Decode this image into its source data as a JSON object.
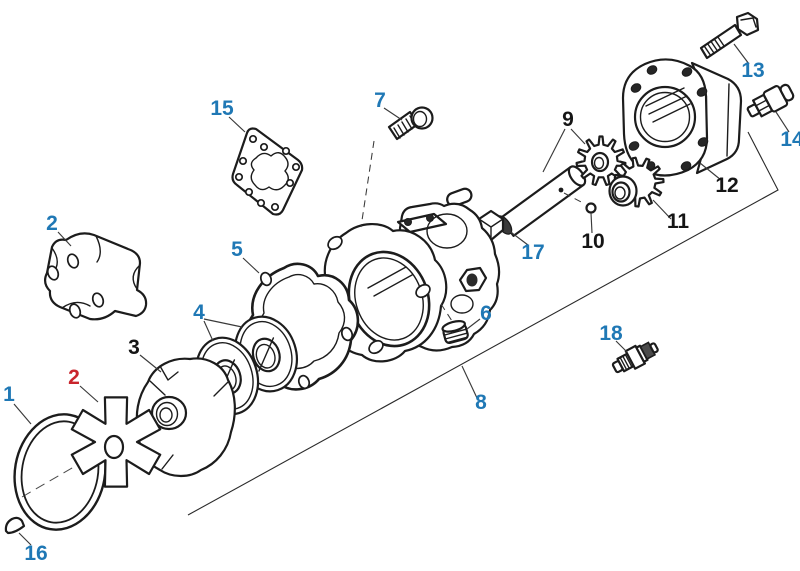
{
  "diagram": {
    "background": "#ffffff",
    "palette": {
      "line_color": "#1c1c1c",
      "callout_blue": "#1f78b5",
      "callout_black": "#151515",
      "callout_red": "#c9252c"
    },
    "callouts": [
      {
        "text": "1",
        "color": "#1f78b5",
        "highlighted": false
      },
      {
        "text": "2",
        "color": "#c9252c",
        "highlighted": true
      },
      {
        "text": "2",
        "color": "#1f78b5",
        "highlighted": false
      },
      {
        "text": "3",
        "color": "#151515",
        "highlighted": false
      },
      {
        "text": "4",
        "color": "#1f78b5",
        "highlighted": false
      },
      {
        "text": "5",
        "color": "#1f78b5",
        "highlighted": false
      },
      {
        "text": "6",
        "color": "#1f78b5",
        "highlighted": false
      },
      {
        "text": "7",
        "color": "#1f78b5",
        "highlighted": false
      },
      {
        "text": "8",
        "color": "#1f78b5",
        "highlighted": false
      },
      {
        "text": "9",
        "color": "#151515",
        "highlighted": false
      },
      {
        "text": "10",
        "color": "#151515",
        "highlighted": false
      },
      {
        "text": "11",
        "color": "#151515",
        "highlighted": false
      },
      {
        "text": "12",
        "color": "#151515",
        "highlighted": false
      },
      {
        "text": "13",
        "color": "#1f78b5",
        "highlighted": false
      },
      {
        "text": "14",
        "color": "#1f78b5",
        "highlighted": false
      },
      {
        "text": "15",
        "color": "#1f78b5",
        "highlighted": false
      },
      {
        "text": "16",
        "color": "#1f78b5",
        "highlighted": false
      },
      {
        "text": "17",
        "color": "#1f78b5",
        "highlighted": false
      },
      {
        "text": "18",
        "color": "#1f78b5",
        "highlighted": false
      }
    ]
  }
}
